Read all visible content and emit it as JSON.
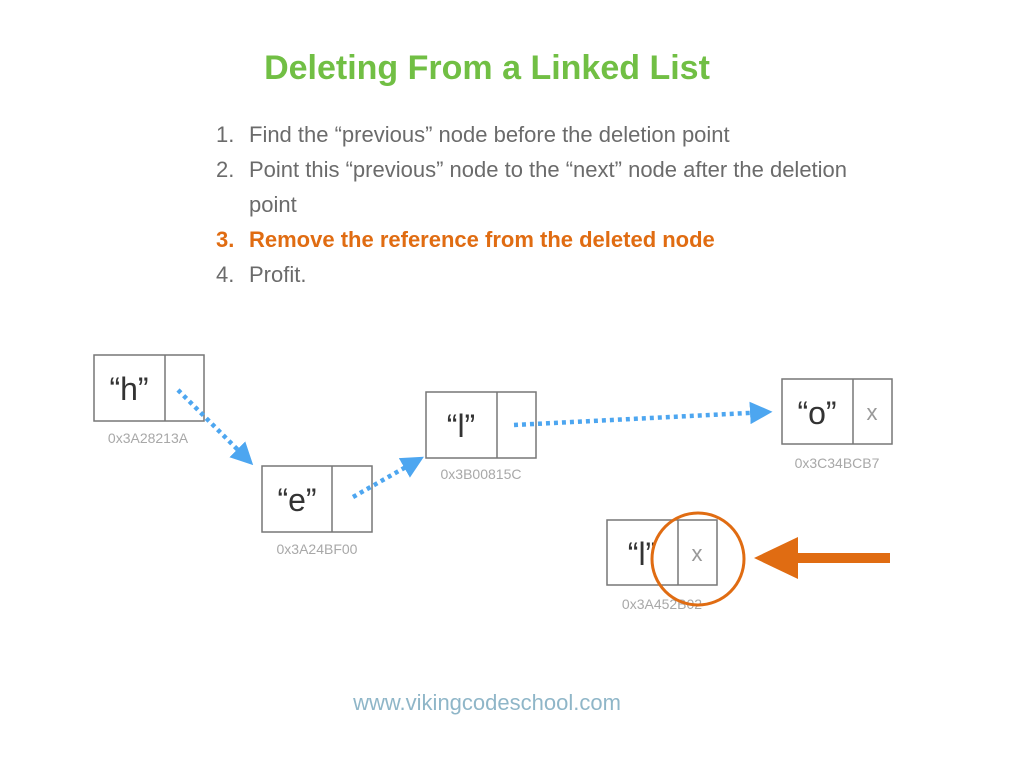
{
  "title": "Deleting From a Linked List",
  "steps": [
    {
      "number": "1.",
      "text": "Find the “previous” node before the deletion point",
      "active": false
    },
    {
      "number": "2.",
      "text": "Point this “previous” node to the “next” node after the deletion point",
      "active": false
    },
    {
      "number": "3.",
      "text": "Remove the reference from the deleted node",
      "active": true
    },
    {
      "number": "4.",
      "text": "Profit.",
      "active": false
    }
  ],
  "nodes": [
    {
      "value": "“h”",
      "pointer": "",
      "address": "0x3A28213A"
    },
    {
      "value": "“e”",
      "pointer": "",
      "address": "0x3A24BF00"
    },
    {
      "value": "“l”",
      "pointer": "",
      "address": "0x3B00815C"
    },
    {
      "value": "“o”",
      "pointer": "x",
      "address": "0x3C34BCB7"
    },
    {
      "value": "“l”",
      "pointer": "x",
      "address": "0x3A452B02"
    }
  ],
  "footer": "www.vikingcodeschool.com",
  "colors": {
    "title": "#71bf44",
    "active_step": "#e06c12",
    "pointer_arrow": "#4da6f0",
    "highlight": "#e06c12",
    "footer": "#8fb6c8"
  }
}
